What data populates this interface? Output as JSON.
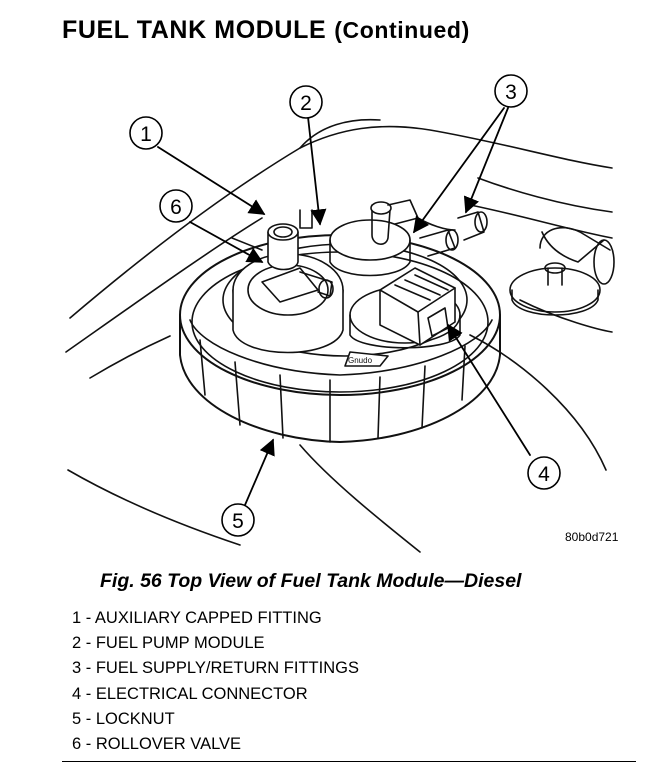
{
  "header": {
    "title": "FUEL TANK MODULE",
    "continued": "(Continued)"
  },
  "figure": {
    "id": "80b0d721",
    "caption": "Fig. 56 Top View of Fuel Tank Module—Diesel",
    "callouts": [
      "1",
      "2",
      "3",
      "4",
      "5",
      "6"
    ],
    "pressure_plate_text": "Gnudo"
  },
  "legend": [
    "1 - AUXILIARY CAPPED FITTING",
    "2 - FUEL PUMP MODULE",
    "3 - FUEL SUPPLY/RETURN FITTINGS",
    "4 - ELECTRICAL CONNECTOR",
    "5 - LOCKNUT",
    "6 - ROLLOVER VALVE"
  ]
}
